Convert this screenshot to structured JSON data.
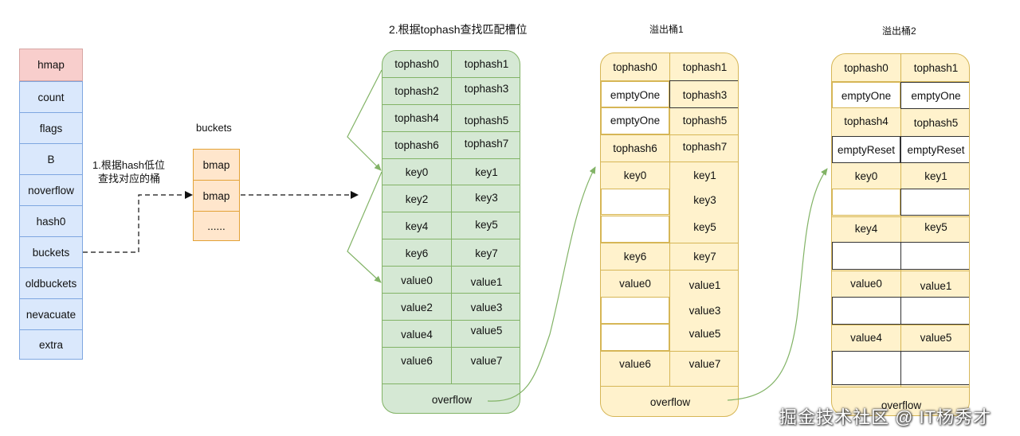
{
  "hmap": {
    "fields": [
      "hmap",
      "count",
      "flags",
      "B",
      "noverflow",
      "hash0",
      "buckets",
      "oldbuckets",
      "nevacuate",
      "extra"
    ]
  },
  "buckets": {
    "title": "buckets",
    "items": [
      "bmap",
      "bmap",
      "......"
    ]
  },
  "step1": {
    "line1": "1.根据hash低位",
    "line2": "查找对应的桶"
  },
  "step2": {
    "text": "2.根据tophash查找匹配槽位"
  },
  "bucket": {
    "rows": [
      [
        "tophash0",
        "tophash1"
      ],
      [
        "tophash2",
        "tophash3"
      ],
      [
        "tophash4",
        "tophash5"
      ],
      [
        "tophash6",
        "tophash7"
      ],
      [
        "key0",
        "key1"
      ],
      [
        "key2",
        "key3"
      ],
      [
        "key4",
        "key5"
      ],
      [
        "key6",
        "key7"
      ],
      [
        "value0",
        "value1"
      ],
      [
        "value2",
        "value3"
      ],
      [
        "value4",
        "value5"
      ],
      [
        "value6",
        "value7"
      ]
    ],
    "footer": "overflow"
  },
  "overflow1": {
    "title": "溢出桶1",
    "rows": [
      [
        "tophash0",
        "tophash1"
      ],
      [
        "emptyOne",
        "tophash3"
      ],
      [
        "emptyOne",
        "tophash5"
      ],
      [
        "tophash6",
        "tophash7"
      ],
      [
        "key0",
        "key1"
      ],
      [
        "",
        "key3"
      ],
      [
        "",
        "key5"
      ],
      [
        "key6",
        "key7"
      ],
      [
        "value0",
        "value1"
      ],
      [
        "",
        "value3"
      ],
      [
        "",
        "value5"
      ],
      [
        "value6",
        "value7"
      ]
    ],
    "footer": "overflow"
  },
  "overflow2": {
    "title": "溢出桶2",
    "rows": [
      [
        "tophash0",
        "tophash1"
      ],
      [
        "emptyOne",
        "emptyOne"
      ],
      [
        "tophash4",
        "tophash5"
      ],
      [
        "emptyReset",
        "emptyReset"
      ],
      [
        "key0",
        "key1"
      ],
      [
        "",
        ""
      ],
      [
        "key4",
        "key5"
      ],
      [
        "",
        ""
      ],
      [
        "value0",
        "value1"
      ],
      [
        "",
        ""
      ],
      [
        "value4",
        "value5"
      ],
      [
        "",
        ""
      ]
    ],
    "footer": "overflow"
  },
  "watermark": "掘金技术社区 @ IT杨秀才",
  "colors": {
    "hmap_fill": "#dae8fc",
    "hmap_head_fill": "#f8cecc",
    "bucket_fill": "#ffe6cc",
    "green_panel": "#d5e8d4",
    "green_stroke": "#82b366",
    "yellow_panel": "#fff2cc",
    "yellow_stroke": "#d6b656"
  }
}
